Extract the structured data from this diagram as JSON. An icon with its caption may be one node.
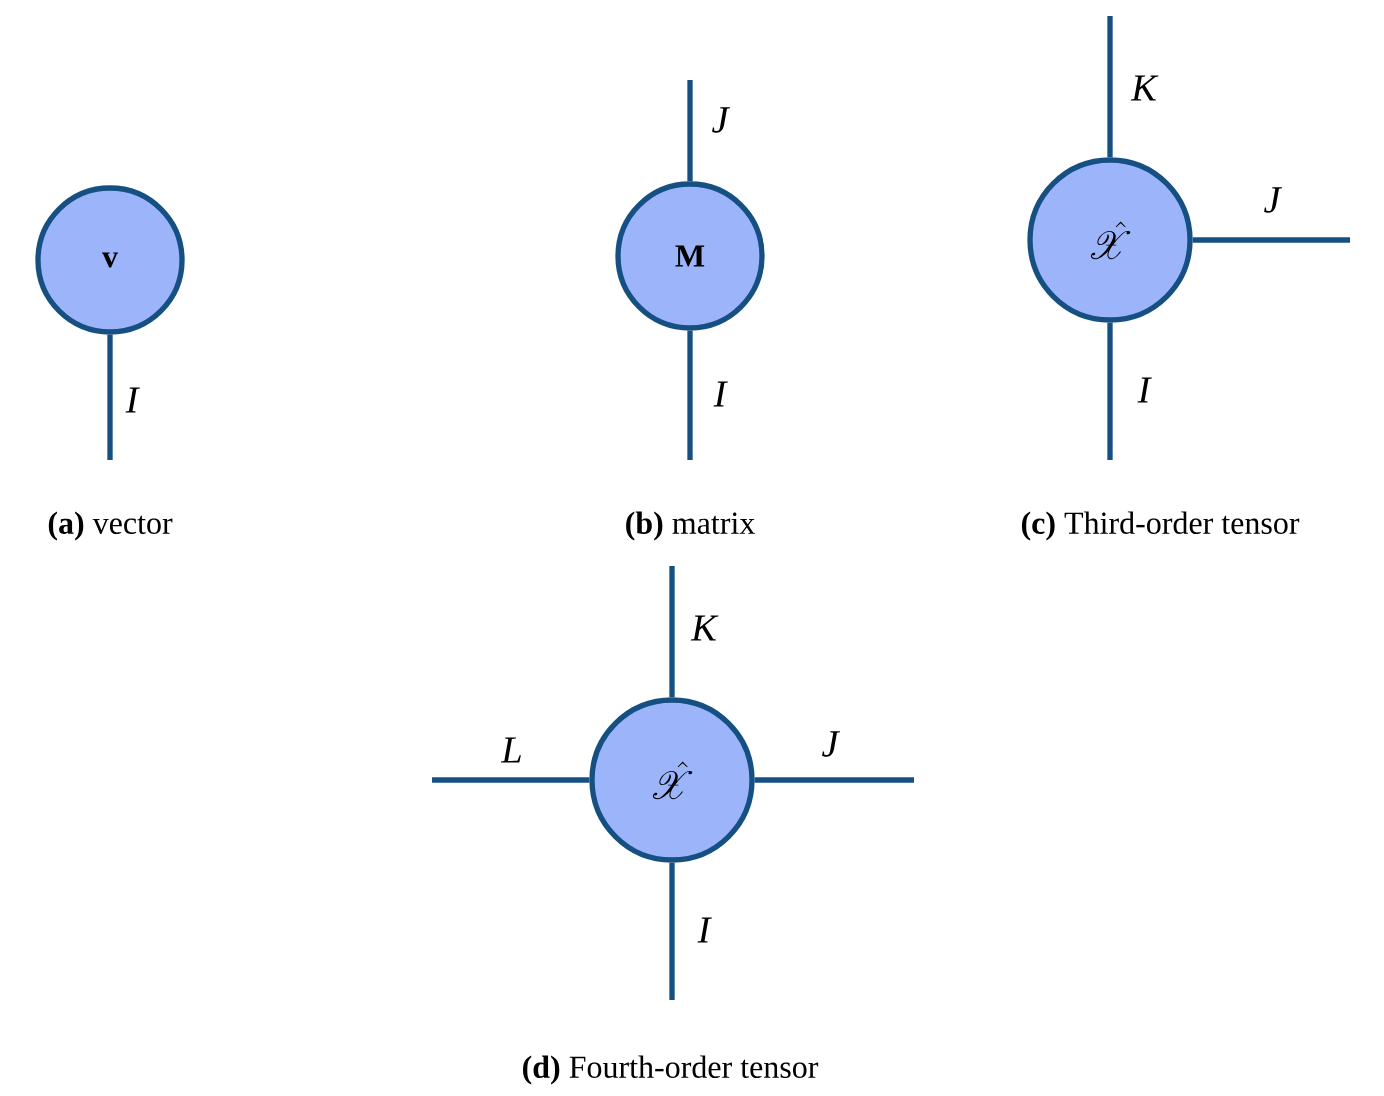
{
  "diagram": {
    "nodes": [
      {
        "text": [
          "\\mathbf{v}"
        ]
      },
      {
        "text": [
          "\\mathbf{M}"
        ]
      },
      {
        "text": [
          "\\hat{\\mathscr{X}}"
        ]
      },
      {
        "text": [
          "\\hat{\\mathscr{X}}"
        ]
      }
    ],
    "edges": [
      {
        "from": 0,
        "to": null,
        "arrow": "none",
        "label": "I"
      },
      {
        "from": 1,
        "to": null,
        "arrow": "none",
        "label": "J"
      },
      {
        "from": 1,
        "to": null,
        "arrow": "none",
        "label": "I"
      },
      {
        "from": 2,
        "to": null,
        "arrow": "none",
        "label": "K"
      },
      {
        "from": 2,
        "to": null,
        "arrow": "none",
        "label": "J"
      },
      {
        "from": 2,
        "to": null,
        "arrow": "none",
        "label": "I"
      },
      {
        "from": 3,
        "to": null,
        "arrow": "none",
        "label": "K"
      },
      {
        "from": 3,
        "to": null,
        "arrow": "none",
        "label": "L"
      },
      {
        "from": 3,
        "to": null,
        "arrow": "none",
        "label": "J"
      },
      {
        "from": 3,
        "to": null,
        "arrow": "none",
        "label": "I"
      }
    ],
    "labels": [
      "**(a)** vector",
      "**(b)** matrix",
      "**(c)** Third-order tensor",
      "**(d)** Fourth-order tensor"
    ]
  }
}
